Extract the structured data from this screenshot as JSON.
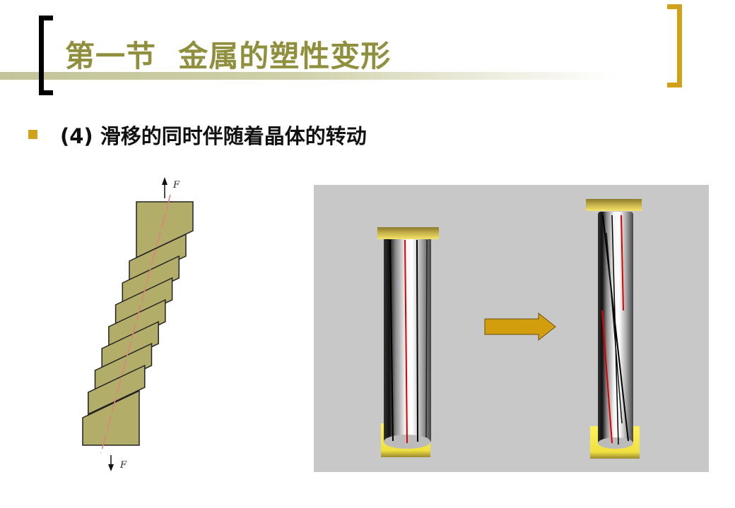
{
  "slide": {
    "title": "第一节  金属的塑性变形",
    "bullet_text": "(4) 滑移的同时伴随着晶体的转动"
  },
  "figure_left": {
    "force_label_top": "F",
    "force_label_bottom": "F",
    "slab_color": "#b3ad6a",
    "axis_color": "#e08080"
  },
  "figure_right": {
    "background": "#c8c8c8",
    "arrow_color": "#d29e0e"
  },
  "colors": {
    "title": "#8f8f3e",
    "accent": "#d0a21a"
  }
}
